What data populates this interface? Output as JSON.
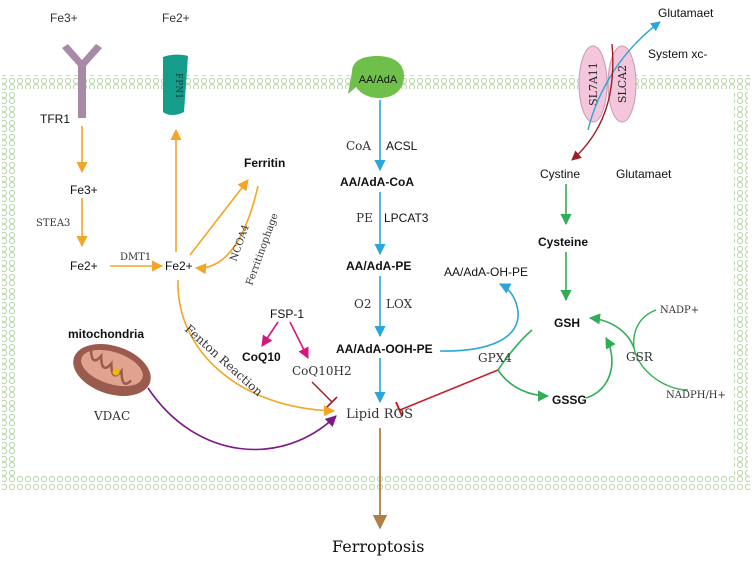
{
  "colors": {
    "membrane": "#b9d7a8",
    "orange": "#f2a526",
    "blue": "#2aa6d8",
    "green": "#2fae57",
    "magenta": "#d6177a",
    "purple": "#7b1a86",
    "red": "#c8202a",
    "brown": "#b07f45",
    "dark_red": "#9c1f25",
    "receptor": "#a68aa6",
    "fpn": "#159d8c",
    "aa_blob": "#6fbf4b",
    "transporter": "#f4c6dc",
    "mito": "#9a5a4d"
  },
  "iron": {
    "fe3_top": "Fe3+",
    "fe2_top": "Fe2+",
    "tfr1": "TFR1",
    "fpn1": "FPN1",
    "fe3_in": "Fe3+",
    "stea3": "STEA3",
    "fe2_in": "Fe2+",
    "dmt1": "DMT1",
    "fe2_pool": "Fe2+",
    "ferritin": "Ferritin",
    "ncoa4": "NCOA4",
    "ferritinophage": "Ferritinophage",
    "fenton": "Fenton Reaction"
  },
  "lipid": {
    "aa_ada": "AA/AdA",
    "coa": "CoA",
    "acsl": "ACSL",
    "aa_coa": "AA/AdA-CoA",
    "pe": "PE",
    "lpcat3": "LPCAT3",
    "aa_pe": "AA/AdA-PE",
    "o2": "O2",
    "lox": "LOX",
    "aa_ooh_pe": "AA/AdA-OOH-PE",
    "aa_oh_pe": "AA/AdA-OH-PE",
    "lipid_ros": "Lipid ROS"
  },
  "fsp": {
    "fsp1": "FSP-1",
    "coq10": "CoQ10",
    "coq10h2": "CoQ10H2"
  },
  "mito": {
    "title": "mitochondria",
    "vdac": "VDAC"
  },
  "system_xc": {
    "glutamate_out": "Glutamaet",
    "label": "System xc-",
    "slc7a11": "SL7A11",
    "slca2": "SLCA2",
    "cystine": "Cystine",
    "glutamate_in": "Glutamaet",
    "cysteine": "Cysteine",
    "gsh": "GSH",
    "gssg": "GSSG",
    "gpx4": "GPX4",
    "gsr": "GSR",
    "nadp": "NADP+",
    "nadph": "NADPH/H+"
  },
  "outcome": "Ferroptosis"
}
